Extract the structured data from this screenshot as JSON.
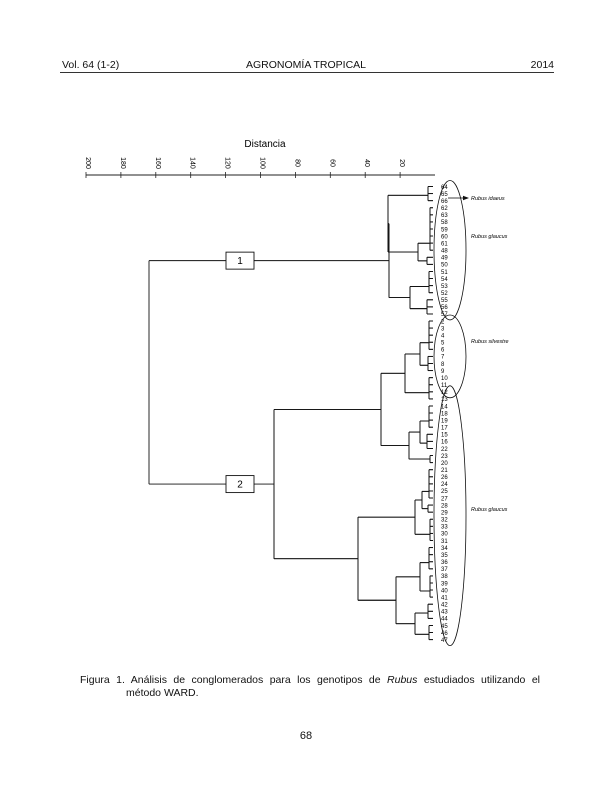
{
  "header": {
    "left": "Vol. 64 (1-2)",
    "center": "AGRONOMÍA TROPICAL",
    "right": "2014"
  },
  "dendrogram": {
    "axis_title": "Distancia",
    "ticks": [
      "200",
      "180",
      "160",
      "140",
      "120",
      "100",
      "80",
      "60",
      "40",
      "20"
    ],
    "clusters": [
      {
        "label": "1",
        "leaves": [
          "64",
          "65",
          "66",
          "62",
          "63",
          "58",
          "59",
          "60",
          "61",
          "48",
          "49",
          "50",
          "51",
          "54",
          "53",
          "52",
          "55",
          "56",
          "57"
        ]
      },
      {
        "label": "2",
        "leaves": [
          "2",
          "3",
          "4",
          "5",
          "6",
          "7",
          "8",
          "9",
          "10",
          "11",
          "12",
          "13",
          "14",
          "18",
          "19",
          "17",
          "15",
          "16",
          "22",
          "23",
          "20",
          "21",
          "26",
          "24",
          "25",
          "27",
          "28",
          "29",
          "32",
          "33",
          "30",
          "31",
          "34",
          "35",
          "36",
          "37",
          "38",
          "39",
          "40",
          "41",
          "42",
          "43",
          "44",
          "45",
          "46",
          "47"
        ]
      }
    ],
    "species_labels": [
      "Rubus idaeus",
      "Rubus glaucus",
      "Rubus silvestre",
      "Rubus glaucus"
    ]
  },
  "caption": {
    "prefix": "Figura 1. Análisis de conglomerados para los genotipos de ",
    "italic": "Rubus",
    "suffix": " estudiados utilizando el",
    "line2": "método WARD."
  },
  "page_number": "68"
}
